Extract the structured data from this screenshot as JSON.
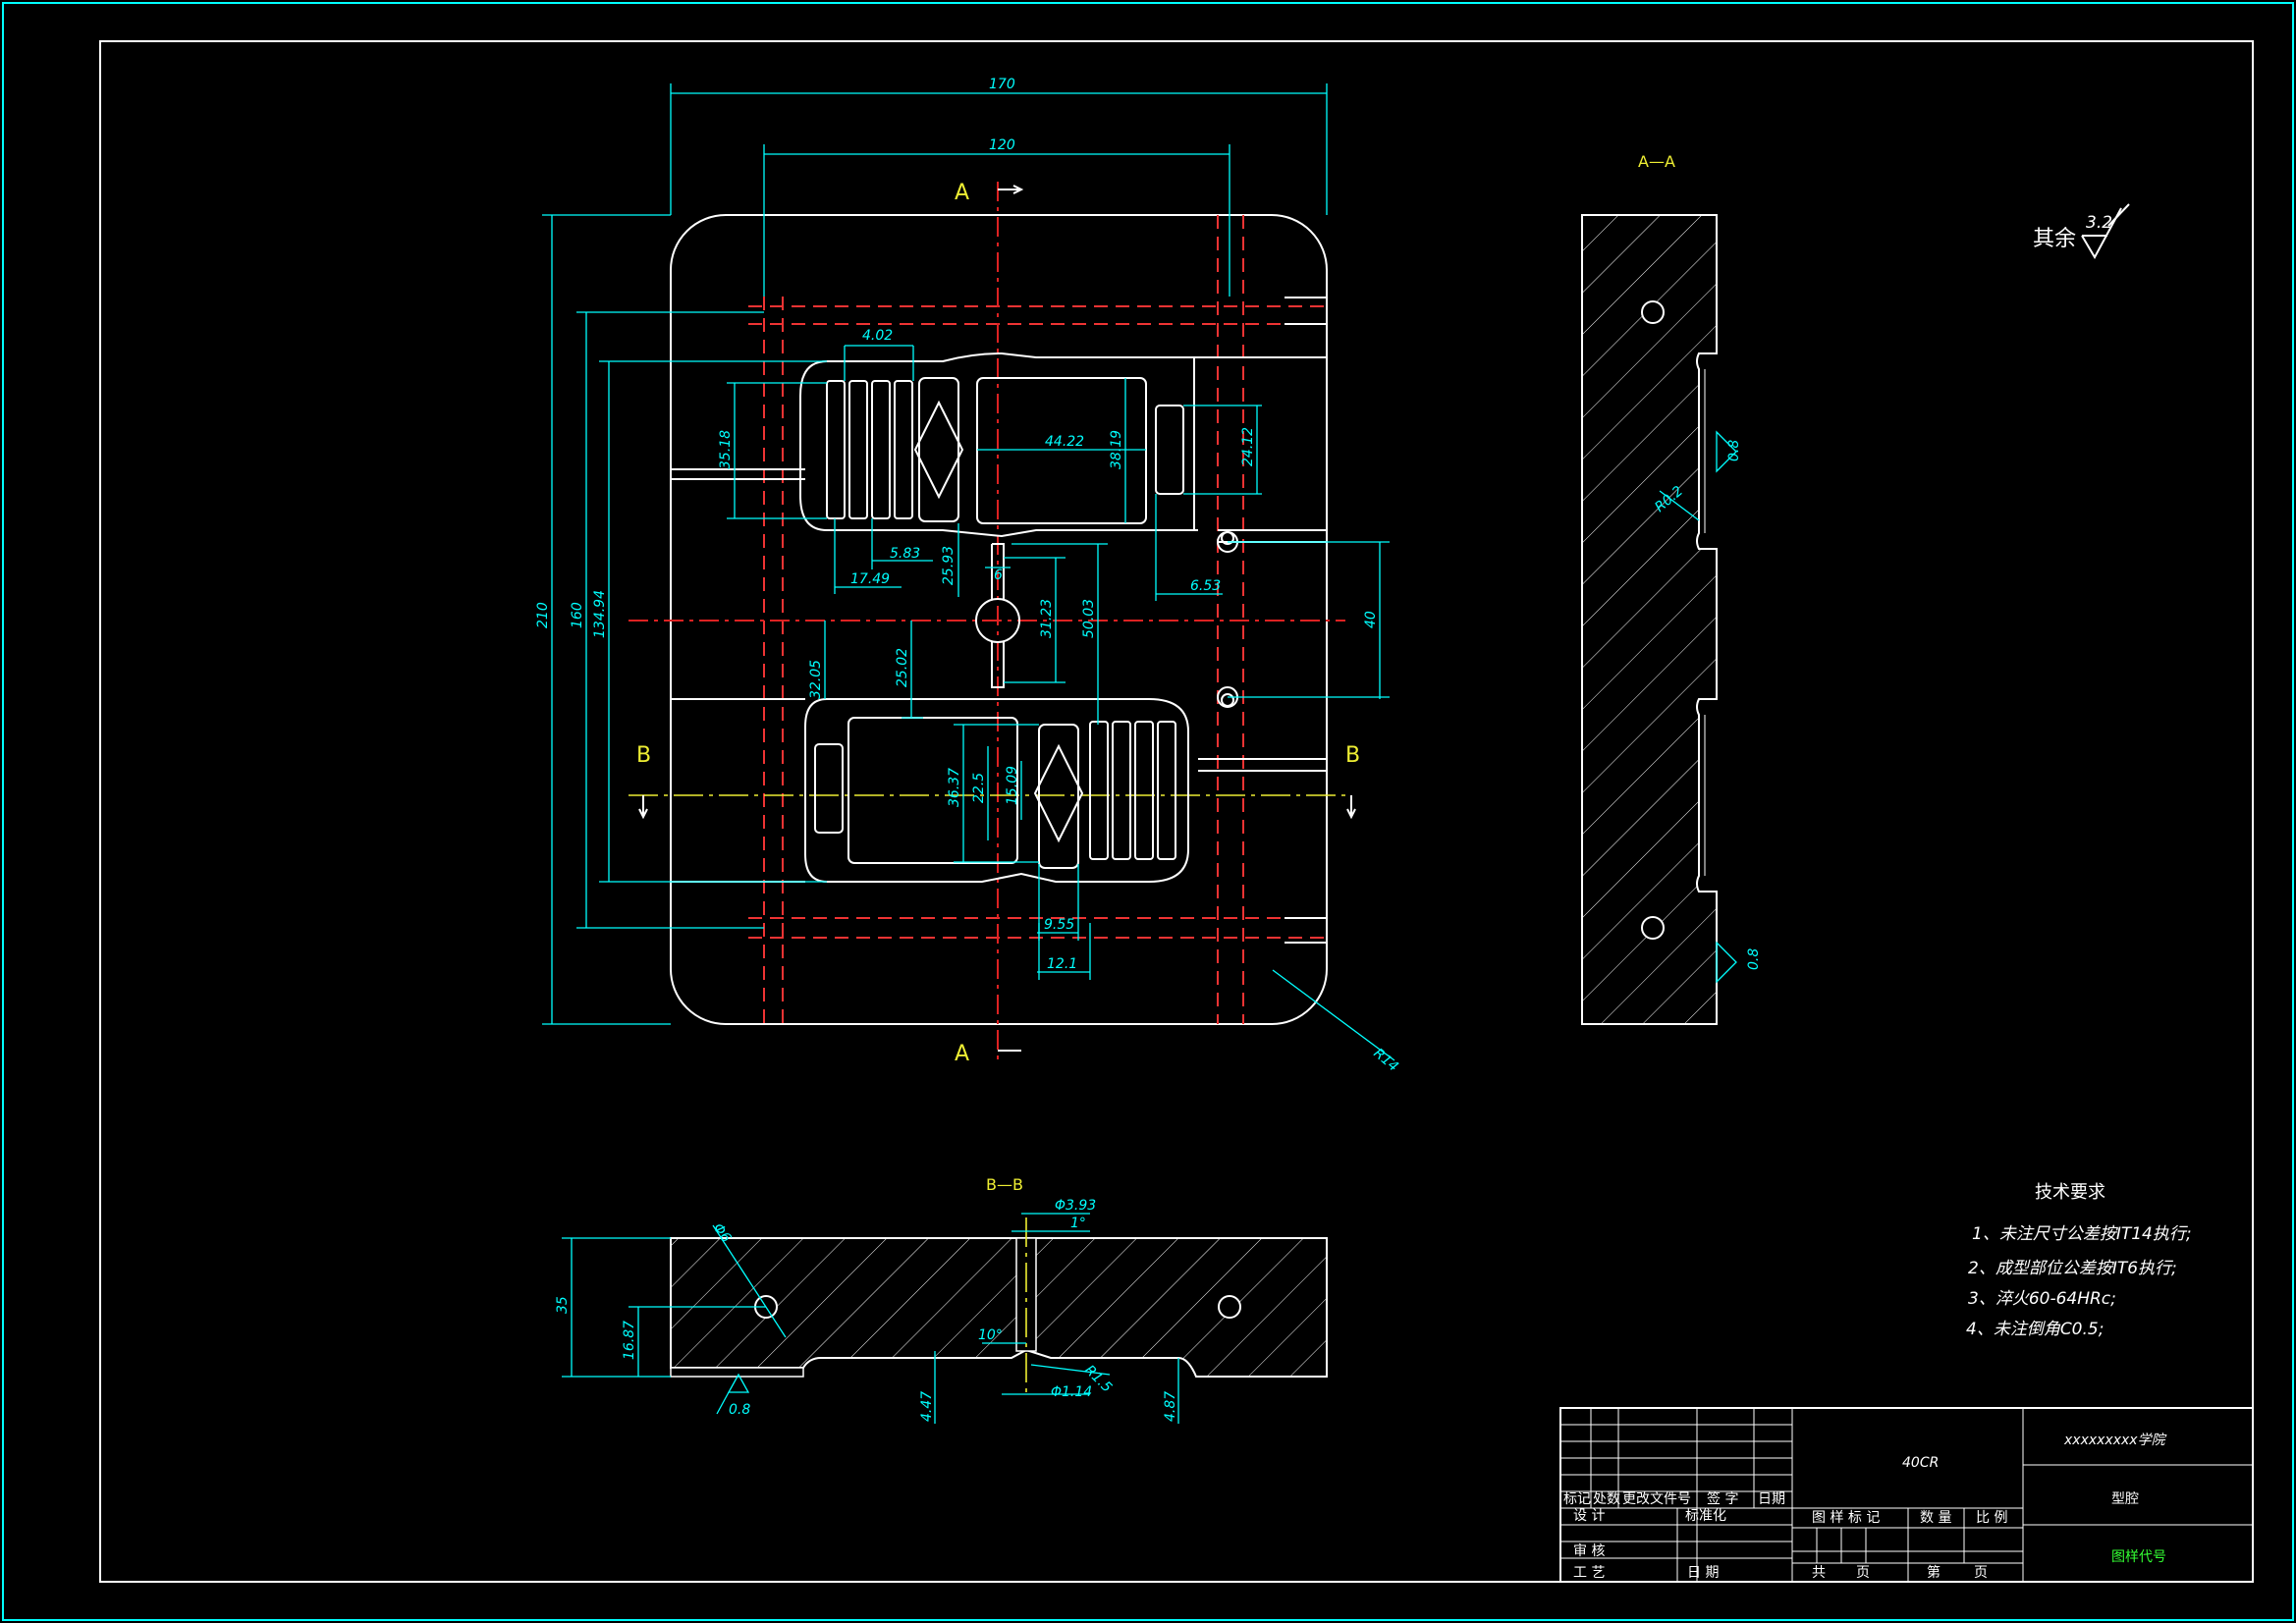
{
  "colors": {
    "background": "#000000",
    "outline": "#ffffff",
    "dimension": "#00ffff",
    "center_line": "#dd2222",
    "label": "#eeee33",
    "title_green": "#33ff33"
  },
  "sections": {
    "aa": "A—A",
    "bb": "B—B",
    "a_mark": "A",
    "b_mark": "B"
  },
  "dims": {
    "d170": "170",
    "d120": "120",
    "d210": "210",
    "d160": "160",
    "d134_94": "134.94",
    "d4_02": "4.02",
    "d35_18": "35.18",
    "d44_22": "44.22",
    "d38_19": "38.19",
    "d24_12": "24.12",
    "d5_83": "5.83",
    "d17_49": "17.49",
    "d25_93": "25.93",
    "d6": "6",
    "d31_23": "31.23",
    "d50_03": "50.03",
    "d40": "40",
    "d6_53": "6.53",
    "d32_05": "32.05",
    "d25_02": "25.02",
    "d36_37": "36.37",
    "d22_5": "22.5",
    "d15_09": "15.09",
    "d9_55": "9.55",
    "d12_1": "12.1",
    "r14": "R14",
    "r0_2": "R0.2",
    "ra0_8a": "0.8",
    "ra0_8b": "0.8",
    "ra0_8c": "0.8",
    "d35": "35",
    "d16_87": "16.87",
    "d6b": "Φ6",
    "dia3_93": "Φ3.93",
    "ang1": "1°",
    "ang10": "10°",
    "r1_5": "R1.5",
    "dia1_14": "Φ1.14",
    "d4_47": "4.47",
    "d4_87": "4.87"
  },
  "roughness": {
    "prefix": "其余",
    "value": "3.2"
  },
  "requirements": {
    "title": "技术要求",
    "items": [
      "1、未注尺寸公差按IT14执行;",
      "2、成型部位公差按IT6执行;",
      "3、淬火60-64HRc;",
      "4、未注倒角C0.5;"
    ]
  },
  "title_block": {
    "material": "40CR",
    "school": "xxxxxxxxx学院",
    "part_name": "型腔",
    "drawing_no": "图样代号",
    "rev_headers": [
      "标记",
      "处数",
      "更改文件号",
      "签 字",
      "日期"
    ],
    "design": "设 计",
    "standardize": "标准化",
    "check": "审 核",
    "process": "工 艺",
    "date": "日 期",
    "stage_mark": "图 样 标 记",
    "quantity": "数 量",
    "scale": "比 例",
    "total": "共",
    "page": "页",
    "sheet_no": "第",
    "page2": "页"
  }
}
